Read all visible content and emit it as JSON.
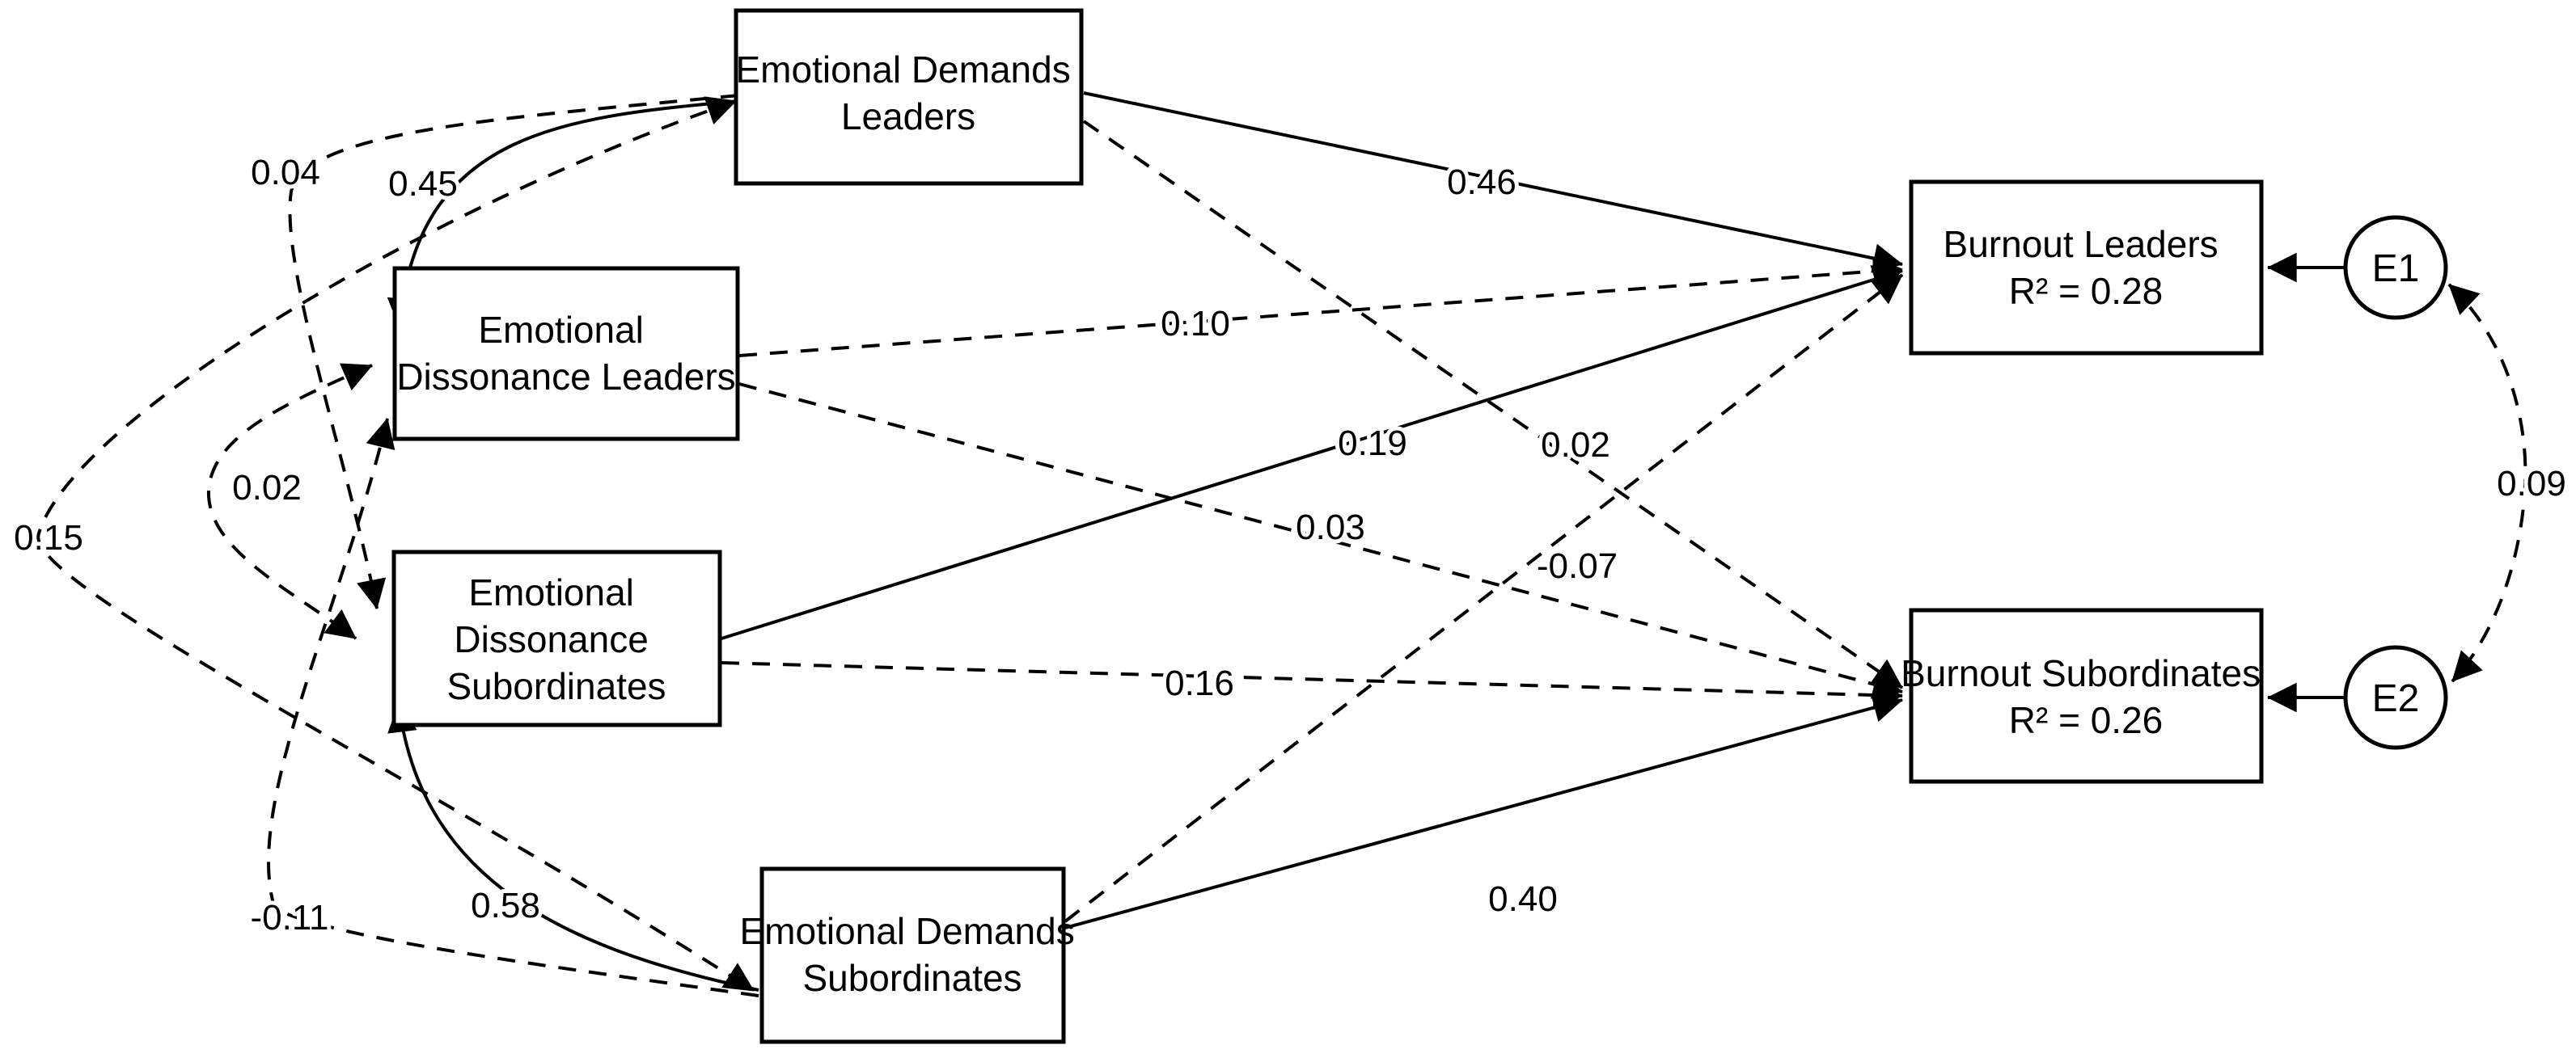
{
  "diagram": {
    "title": "Path model: emotional demands, emotional dissonance and burnout in leaders and subordinates",
    "colors": {
      "line": "#000000",
      "background": "#ffffff",
      "node_fill": "#ffffff"
    },
    "nodes": {
      "demands_leaders": {
        "line1": "Emotional Demands",
        "line2": "Leaders"
      },
      "dissonance_leaders": {
        "line1": "Emotional",
        "line2": "Dissonance Leaders"
      },
      "dissonance_subordinates": {
        "line1": "Emotional",
        "line2": "Dissonance",
        "line3": "Subordinates"
      },
      "demands_subordinates": {
        "line1": "Emotional Demands",
        "line2": "Subordinates"
      },
      "burnout_leaders": {
        "line1": "Burnout Leaders",
        "line2": "R² = 0.28"
      },
      "burnout_subordinates": {
        "line1": "Burnout Subordinates",
        "line2": "R² = 0.26"
      },
      "error1": {
        "label": "E1"
      },
      "error2": {
        "label": "E2"
      }
    },
    "coefficients": {
      "demands_leaders_to_dissonance_leaders": "0.45",
      "demands_leaders_to_dissonance_subordinates": "0.04",
      "demands_subordinates_to_dissonance_subordinates": "0.58",
      "demands_subordinates_to_dissonance_leaders": "-0.11",
      "demands_leaders_demands_subordinates_corr": "0.15",
      "dissonance_leaders_dissonance_subordinates_corr": "0.02",
      "demands_leaders_to_burnout_leaders": "0.46",
      "dissonance_leaders_to_burnout_leaders": "0.10",
      "dissonance_subordinates_to_burnout_leaders": "0.19",
      "demands_subordinates_to_burnout_leaders": "-0.07",
      "demands_leaders_to_burnout_subordinates": "0.02",
      "dissonance_leaders_to_burnout_subordinates": "0.03",
      "dissonance_subordinates_to_burnout_subordinates": "0.16",
      "demands_subordinates_to_burnout_subordinates": "0.40",
      "error_covariance": "0.09"
    }
  }
}
